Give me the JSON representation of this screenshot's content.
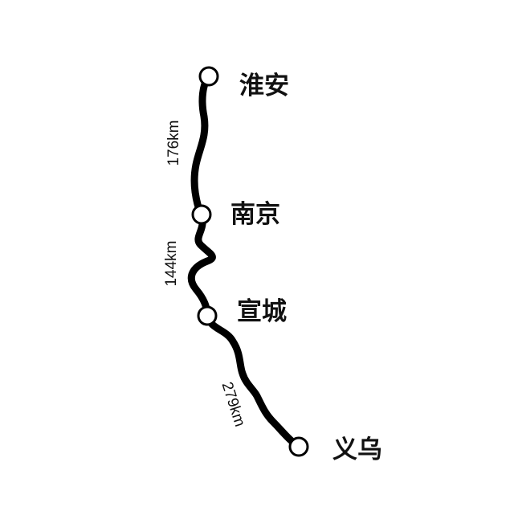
{
  "route": {
    "line_color": "#000000",
    "station_fill": "#ffffff",
    "stations": [
      {
        "name": "淮安"
      },
      {
        "name": "南京"
      },
      {
        "name": "宣城"
      },
      {
        "name": "义乌"
      }
    ],
    "segments": [
      {
        "distance": "176km"
      },
      {
        "distance": "144km"
      },
      {
        "distance": "279km"
      }
    ]
  }
}
